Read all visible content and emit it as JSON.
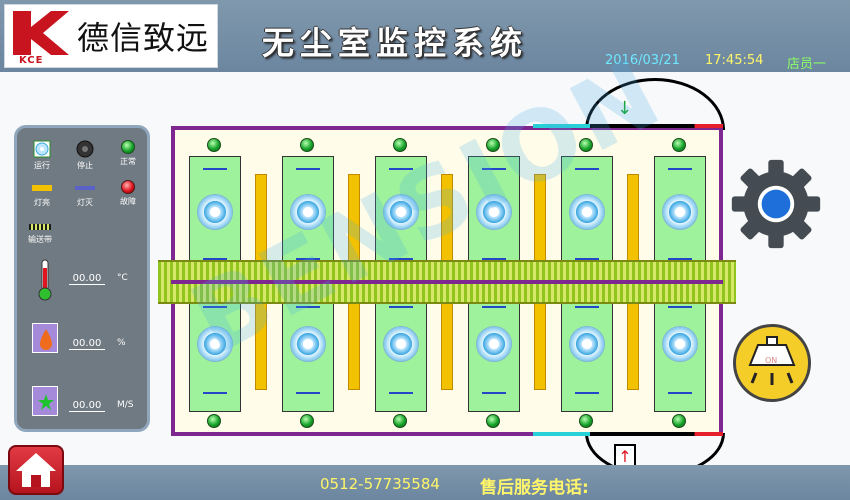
{
  "header": {
    "logo_brand_text": "德信致远",
    "logo_kce": "KCE",
    "title": "无尘室监控系统",
    "date": "2016/03/21",
    "time": "17:45:54",
    "user": "店员一"
  },
  "legend": {
    "running": "运行",
    "stopped": "停止",
    "normal": "正常",
    "light_on": "灯亮",
    "light_off": "灯灭",
    "fault": "故障",
    "conveyor": "输送带"
  },
  "sensors": {
    "temperature": {
      "value": "00.00",
      "unit": "°C"
    },
    "humidity": {
      "value": "00.00",
      "unit": "%"
    },
    "airflow": {
      "value": "00.00",
      "unit": "M/S"
    }
  },
  "light_button": {
    "label": "ON"
  },
  "footer": {
    "phone": "0512-57735584",
    "label": "售后服务电话:"
  },
  "watermark": "BENSION",
  "colors": {
    "header_bg": "#7590a6",
    "chamber_border": "#7e2790",
    "fan_panel": "#9ef29b",
    "divider_bar": "#f2c200",
    "lamp_green": "#16a32a",
    "conveyor": "#91c51e",
    "settings_gear": "#444b52",
    "settings_core": "#1e6fd9",
    "light_button": "#f5cd29",
    "home_button": "#d1232d"
  },
  "icons": {
    "settings": "gear-icon",
    "light": "hood-light-icon",
    "home": "home-icon",
    "temperature": "thermometer-icon",
    "humidity": "droplet-icon",
    "airflow": "wind-icon"
  }
}
